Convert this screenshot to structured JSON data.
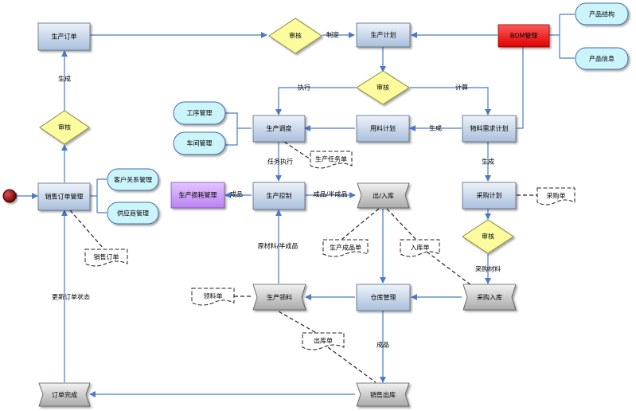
{
  "nodes": {
    "production_order": "生产订单",
    "review_top": "审核",
    "production_plan": "生产计划",
    "bom_management": "BOM管理",
    "product_structure": "产品结构",
    "product_info": "产品信息",
    "review_mid": "审核",
    "production_dispatch": "生产调度",
    "material_usage_plan": "用料计划",
    "mrp_plan": "物料需求计划",
    "process_management": "工序管理",
    "workshop_management": "车间管理",
    "review_left": "审核",
    "sales_order_management": "销售订单管理",
    "customer_relationship": "客户关系管理",
    "supplier_management": "供应商管理",
    "production_waste": "生产损耗管理",
    "production_control": "生产控制",
    "warehousing_doc": "出/入库",
    "purchase_plan": "采购计划",
    "review_right": "审核",
    "production_picking": "生产领料",
    "warehouse_management": "仓库管理",
    "purchase_inbound": "采购入库",
    "order_complete": "订单完成",
    "sales_outbound": "销售出库"
  },
  "documents": {
    "production_task_sheet": "生产任务单",
    "sales_order": "销售订单",
    "purchase_sheet": "采购单",
    "production_finished_sheet": "生产成品单",
    "inbound_sheet": "入库单",
    "picking_sheet": "领料单",
    "outbound_sheet": "出库单"
  },
  "edge_labels": {
    "formulate": "制定",
    "generate_left": "生成",
    "execute": "执行",
    "calculate": "计算",
    "generate_mid": "生成",
    "generate_right": "生成",
    "task_execution": "任务执行",
    "finished_product_left": "成品",
    "finished_semi": "成品/半成品",
    "raw_semi": "原材料/半成品",
    "purchase_material": "采购材料",
    "update_order_status": "更新订单状态",
    "finished_product_bottom": "成品"
  },
  "colors": {
    "flow_line": "#4a7bc6",
    "bom_fill": "#ff0000",
    "waste_fill": "#c18cf2",
    "terminator_fill": "#ccf4fb",
    "decision_fill": "#fcfc9e",
    "process_fill": "#c4d4ea",
    "io_fill": "#c8c8c8",
    "start_fill": "#8b0000"
  }
}
